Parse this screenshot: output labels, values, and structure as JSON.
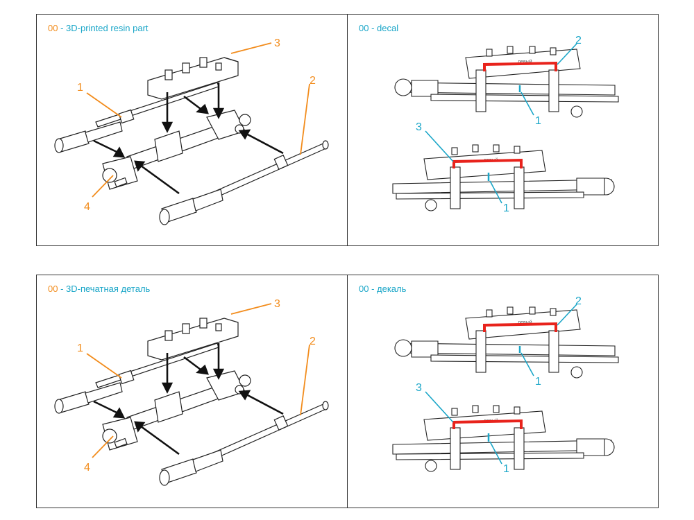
{
  "panels": {
    "top_left": {
      "number": "00",
      "title": " - 3D-printed resin part"
    },
    "top_right": {
      "number": "00",
      "title": " - decal"
    },
    "bottom_left": {
      "number": "00",
      "title": " - 3D-печатная деталь"
    },
    "bottom_right": {
      "number": "00",
      "title": " - декаль"
    }
  },
  "resin_callouts": [
    "1",
    "2",
    "3",
    "4"
  ],
  "decal_callouts": {
    "upper": [
      "2",
      "1"
    ],
    "lower": [
      "3",
      "1"
    ]
  },
  "decal_text": "левый",
  "colors": {
    "orange": "#f28c1c",
    "blue": "#1aa6c8",
    "red": "#e8231c",
    "line": "#222222"
  }
}
